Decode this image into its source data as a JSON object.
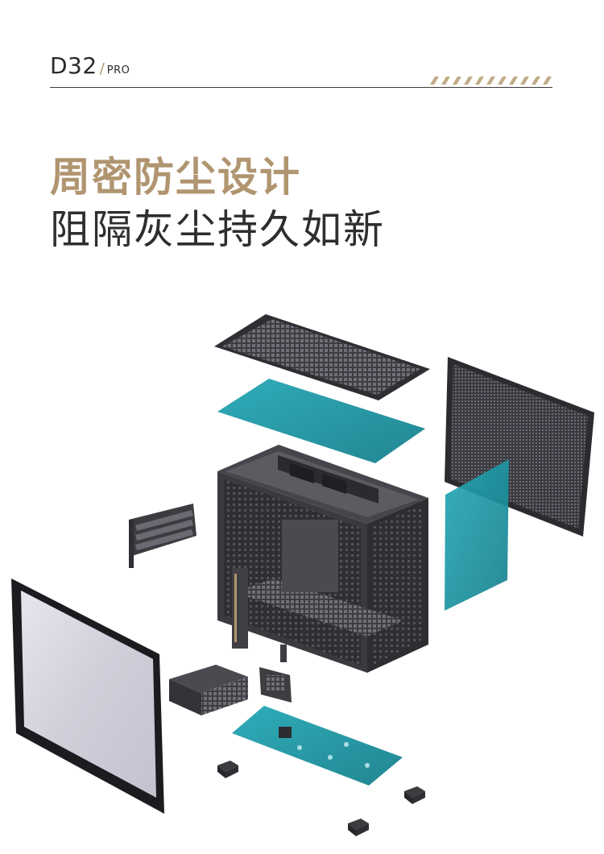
{
  "header": {
    "model": "D32",
    "slash": "/",
    "suffix": "PRO"
  },
  "headline": "周密防尘设计",
  "subline": "阻隔灰尘持久如新",
  "colors": {
    "accent_gold": "#b09570",
    "dust_filter_teal": "#1e9aa8",
    "chassis_dark": "#3b3b3f",
    "glass_panel": "#d4d4de"
  }
}
